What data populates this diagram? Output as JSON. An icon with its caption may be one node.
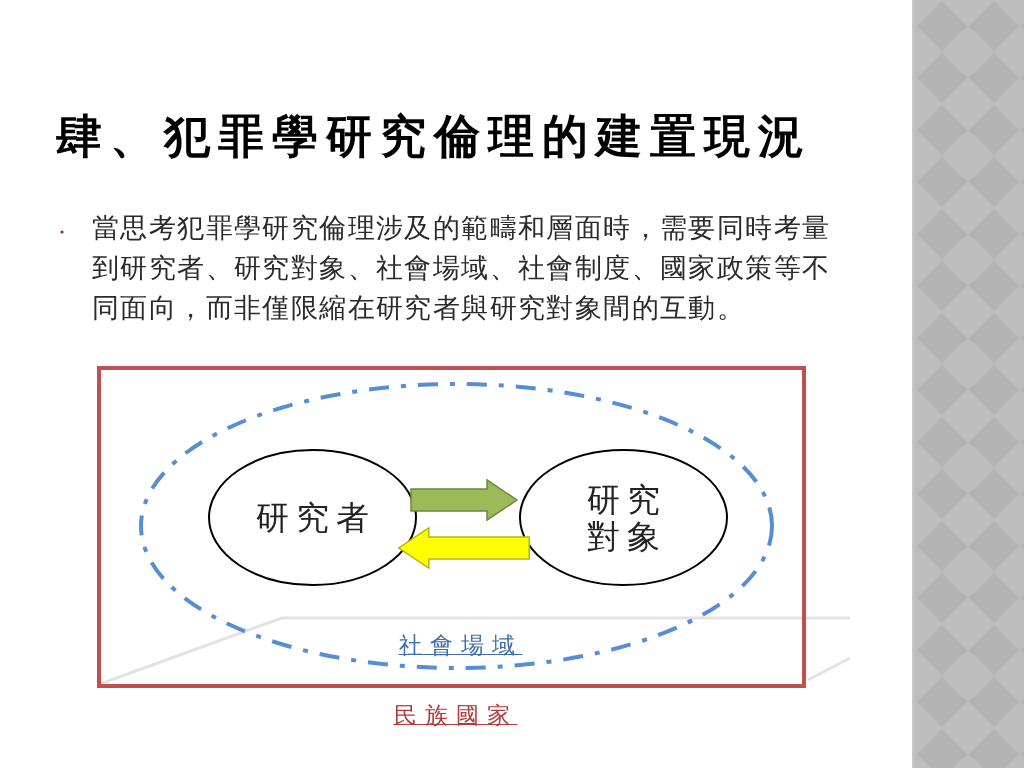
{
  "diagram": {
    "title": "肆、犯罪學研究倫理的建置現況",
    "nodes": [
      {
        "text": [
          "民族國家"
        ]
      },
      {
        "text": [
          "社會場域"
        ],
        "in": 0
      },
      {
        "text": [
          "研究者"
        ],
        "in": 1
      },
      {
        "text": [
          "研究對象"
        ],
        "in": 1
      }
    ],
    "edges": [
      {
        "from": 2,
        "to": 3,
        "arrow": "to",
        "color": "#9bbb59"
      },
      {
        "from": 3,
        "to": 2,
        "arrow": "to",
        "color": "#ffff00"
      }
    ],
    "labels": [
      "當思考犯罪學研究倫理涉及的範疇和層面時，需要同時考量到研究者、研究對象、社會場域、社會制度、國家政策等不同面向，而非僅限縮在研究者與研究對象間的互動。"
    ]
  }
}
